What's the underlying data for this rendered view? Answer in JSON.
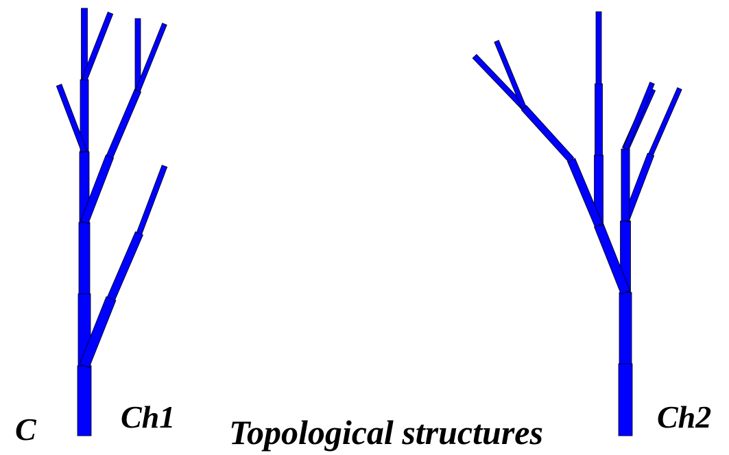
{
  "labels": {
    "left_corner": "C",
    "tree1": "Ch1",
    "tree2": "Ch2",
    "caption": "Topological structures"
  },
  "colors": {
    "branch_fill": "#0000ff",
    "branch_outline": "#000000",
    "text": "#000000",
    "background": "#ffffff"
  }
}
